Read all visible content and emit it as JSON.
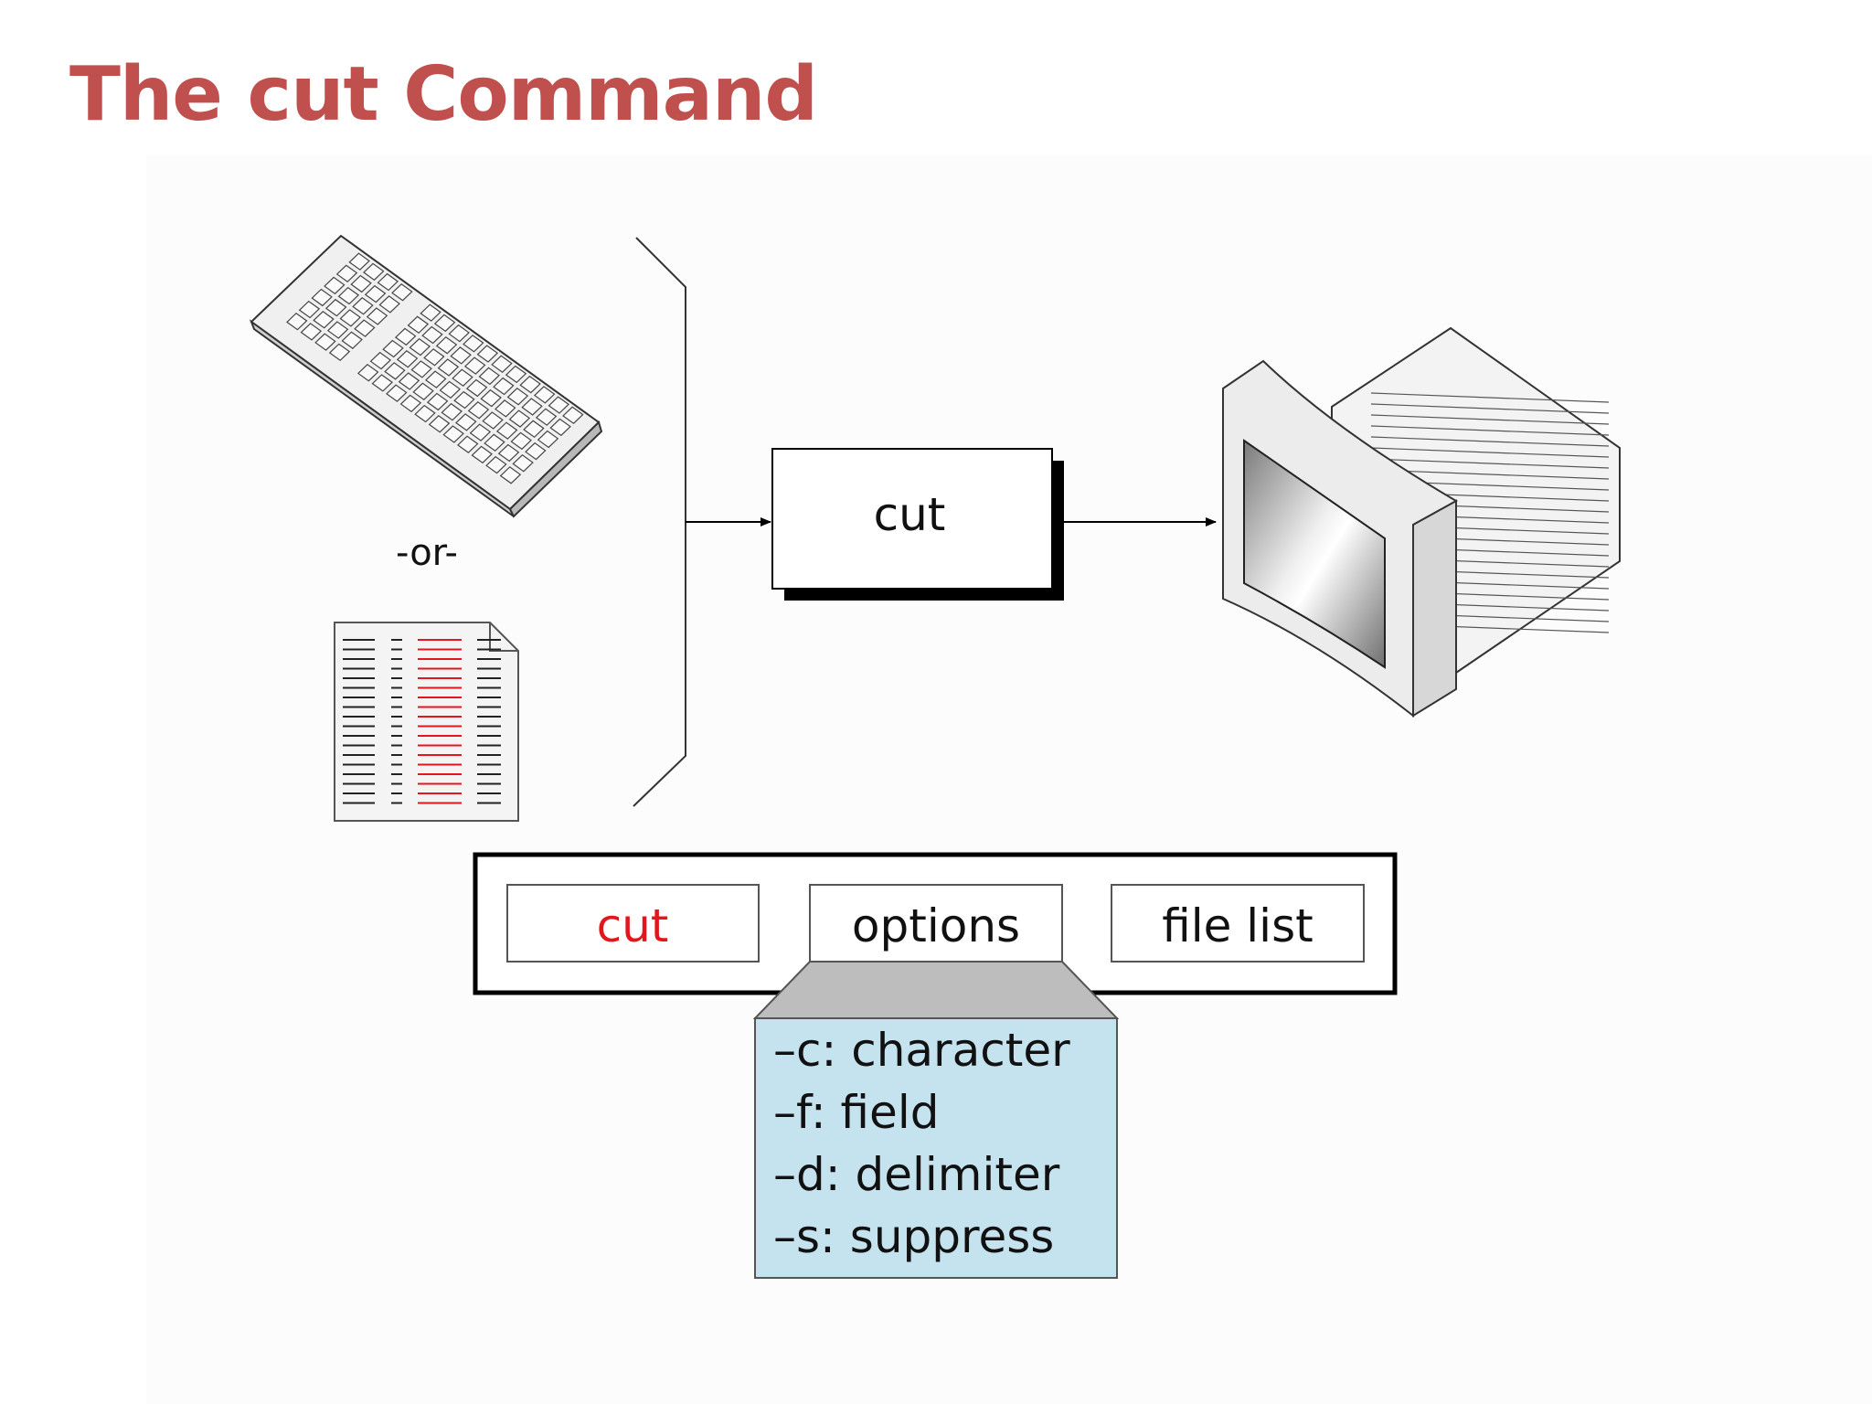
{
  "slide": {
    "title": "The cut Command"
  },
  "diagram": {
    "or_label": "-or-",
    "process_label": "cut",
    "syntax": {
      "command": "cut",
      "options": "options",
      "file_list": "file list"
    },
    "option_items": [
      "–c: character",
      "–f: field",
      "–d: delimiter",
      "–s: suppress"
    ]
  },
  "colors": {
    "title": "#c0504d",
    "command_text": "#e3161e",
    "options_panel": "#c4e3ee",
    "options_header": "#bdbdbd",
    "file_highlight": "#e3161e"
  },
  "icons": [
    "keyboard-icon",
    "document-icon",
    "monitor-icon"
  ]
}
